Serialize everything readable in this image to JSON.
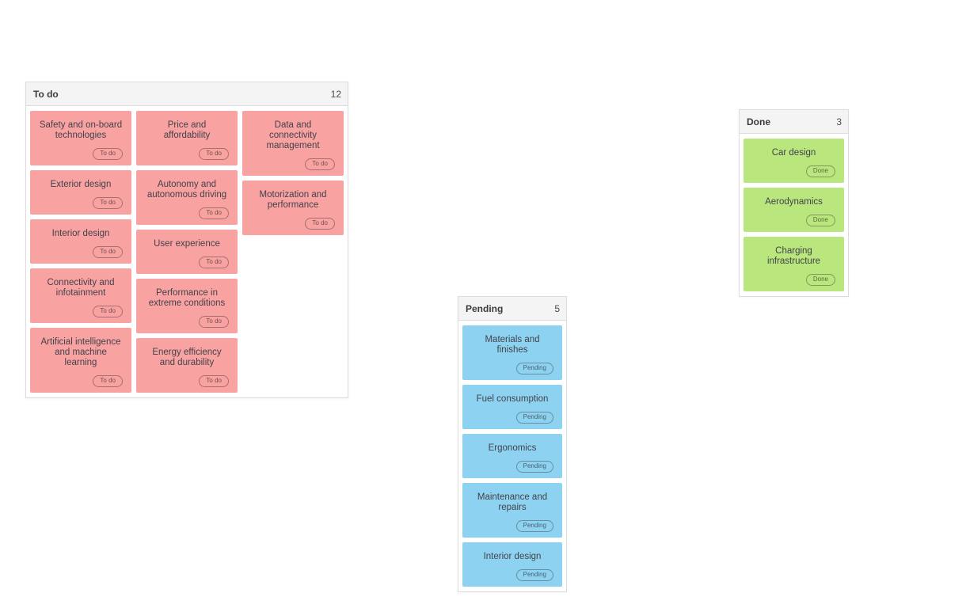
{
  "board": {
    "columns": [
      {
        "title": "To do",
        "count": "12",
        "badge": "To do",
        "card_color": "#f9a2a2",
        "stacks": [
          [
            "Safety and on-board technologies",
            "Exterior design",
            "Interior design",
            "Connectivity and infotainment",
            "Artificial intelligence and machine learning"
          ],
          [
            "Price and affordability",
            "Autonomy and autonomous driving",
            "User experience",
            "Performance in extreme conditions",
            "Energy efficiency and durability"
          ],
          [
            "Data and connectivity management",
            "Motorization and performance"
          ]
        ]
      },
      {
        "title": "Pending",
        "count": "5",
        "badge": "Pending",
        "card_color": "#8dd3f1",
        "stacks": [
          [
            "Materials and finishes",
            "Fuel consumption",
            "Ergonomics",
            "Maintenance and repairs",
            "Interior design"
          ]
        ]
      },
      {
        "title": "Done",
        "count": "3",
        "badge": "Done",
        "card_color": "#b9e77d",
        "stacks": [
          [
            "Car design",
            "Aerodynamics",
            "Charging infrastructure"
          ]
        ]
      }
    ],
    "colors": {
      "page_background": "#ffffff",
      "column_border": "#dcdcdc",
      "column_header_background": "#f4f4f4",
      "todo_card": "#f9a2a2",
      "pending_card": "#8dd3f1",
      "done_card": "#b9e77d"
    }
  }
}
